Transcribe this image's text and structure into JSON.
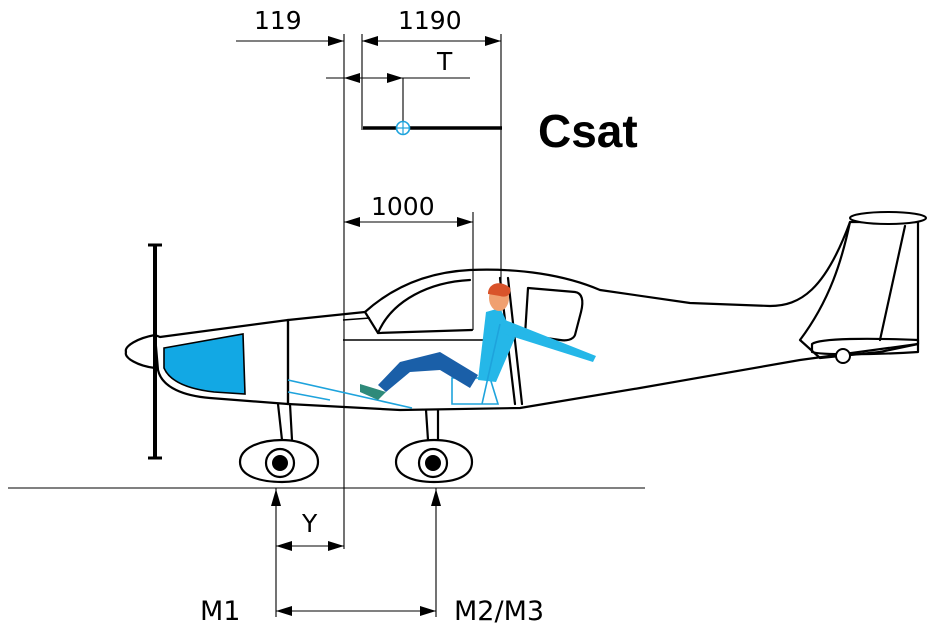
{
  "title": "Csat",
  "dimensions": {
    "arm_119": "119",
    "arm_1190": "1190",
    "arm_T": "T",
    "arm_1000": "1000",
    "arm_Y": "Y"
  },
  "labels": {
    "m1": "M1",
    "m2_m3": "M2/M3"
  },
  "colors": {
    "line": "#000000",
    "accent_blue": "#1ea3dc",
    "pilot_shirt": "#25b7e8",
    "pilot_pants": "#1a5fa8",
    "pilot_hair": "#d9532a",
    "pilot_skin": "#f0a070",
    "background": "#ffffff"
  }
}
